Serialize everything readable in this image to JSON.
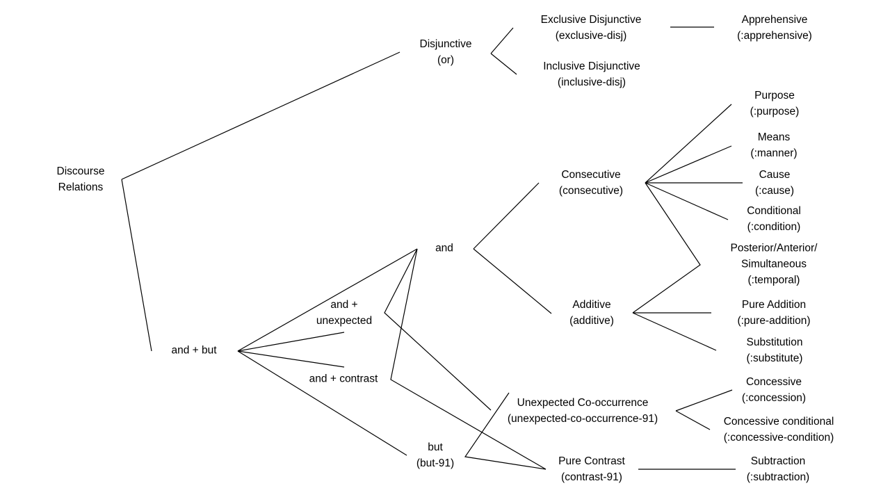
{
  "diagram": {
    "nodes": {
      "root": {
        "line1": "Discourse",
        "line2": "Relations"
      },
      "disjunctive": {
        "line1": "Disjunctive",
        "line2": "(or)"
      },
      "exclusive_disj": {
        "line1": "Exclusive Disjunctive",
        "line2": "(exclusive-disj)"
      },
      "inclusive_disj": {
        "line1": "Inclusive Disjunctive",
        "line2": "(inclusive-disj)"
      },
      "apprehensive": {
        "line1": "Apprehensive",
        "line2": "(:apprehensive)"
      },
      "and_but": {
        "line1": "and + but"
      },
      "and_unexpected": {
        "line1": "and +",
        "line2": "unexpected"
      },
      "and_contrast": {
        "line1": "and + contrast"
      },
      "but": {
        "line1": "but",
        "line2": "(but-91)"
      },
      "and": {
        "line1": "and"
      },
      "consecutive": {
        "line1": "Consecutive",
        "line2": "(consecutive)"
      },
      "additive": {
        "line1": "Additive",
        "line2": "(additive)"
      },
      "purpose": {
        "line1": "Purpose",
        "line2": "(:purpose)"
      },
      "means": {
        "line1": "Means",
        "line2": "(:manner)"
      },
      "cause": {
        "line1": "Cause",
        "line2": "(:cause)"
      },
      "conditional": {
        "line1": "Conditional",
        "line2": "(:condition)"
      },
      "temporal": {
        "line1": "Posterior/Anterior/",
        "line2": "Simultaneous",
        "line3": "(:temporal)"
      },
      "pure_addition": {
        "line1": "Pure Addition",
        "line2": "(:pure-addition)"
      },
      "substitution": {
        "line1": "Substitution",
        "line2": "(:substitute)"
      },
      "unexpected_cooccurrence": {
        "line1": "Unexpected Co-occurrence",
        "line2": "(unexpected-co-occurrence-91)"
      },
      "concessive": {
        "line1": "Concessive",
        "line2": "(:concession)"
      },
      "concessive_conditional": {
        "line1": "Concessive conditional",
        "line2": "(:concessive-condition)"
      },
      "pure_contrast": {
        "line1": "Pure Contrast",
        "line2": "(contrast-91)"
      },
      "subtraction": {
        "line1": "Subtraction",
        "line2": "(:subtraction)"
      }
    }
  }
}
